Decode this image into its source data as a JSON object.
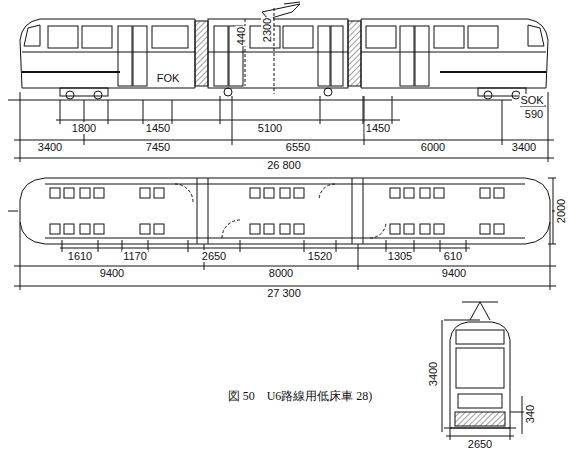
{
  "diagram": {
    "caption": "図 50　U6路線用低床車 28)",
    "labels": [
      "440",
      "2300",
      "FOK",
      "SOK",
      "1800",
      "1450",
      "5100",
      "1450",
      "590",
      "3400",
      "7450",
      "6550",
      "6000",
      "3400",
      "26 800",
      "1610",
      "1170",
      "2650",
      "1520",
      "1305",
      "610",
      "2000",
      "9400",
      "8000",
      "9400",
      "27 300",
      "3400",
      "340",
      "2650"
    ]
  }
}
